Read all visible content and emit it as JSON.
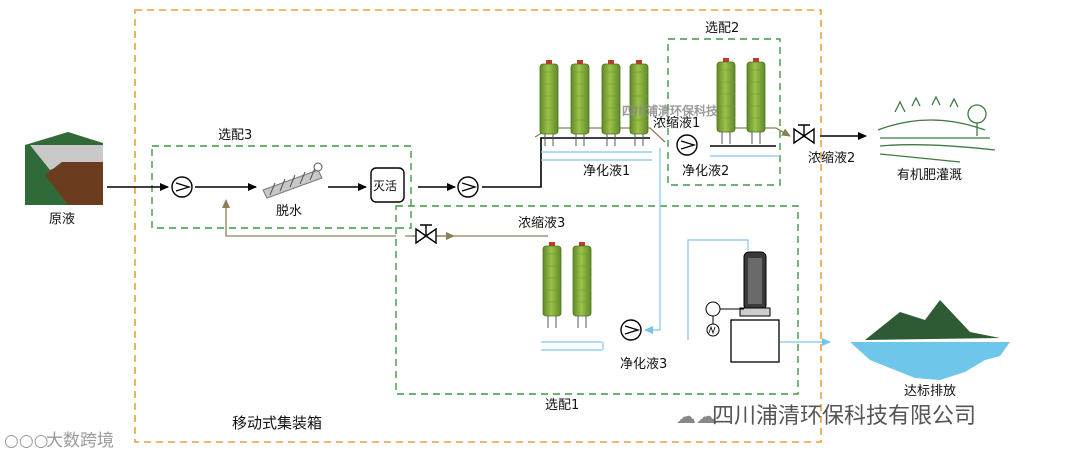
{
  "labels": {
    "raw_liquid": "原液",
    "option1": "选配1",
    "option2": "选配2",
    "option3": "选配3",
    "dewatering": "脱水",
    "inactivation": "灭活",
    "purified1": "净化液1",
    "purified2": "净化液2",
    "purified3": "净化液3",
    "concentrate1": "浓缩液1",
    "concentrate2": "浓缩液2",
    "concentrate3": "浓缩液3",
    "irrigation": "有机肥灌溉",
    "discharge": "达标排放",
    "container": "移动式集装箱"
  },
  "watermarks": {
    "company_overlay": "四川浦清环保科技",
    "company": "四川浦清环保科技有限公司",
    "brand": "大数跨境"
  },
  "colors": {
    "dashed_box_orange": "#e8a33a",
    "dashed_box_green": "#3f9a45",
    "membrane_green": "#7ea83a",
    "purified_line": "#7fc6e8",
    "concentrate_line": "#8a8055",
    "flow_line": "#000000",
    "water_blue": "#6ec6ea",
    "mountain_dark": "#2e5a34"
  }
}
